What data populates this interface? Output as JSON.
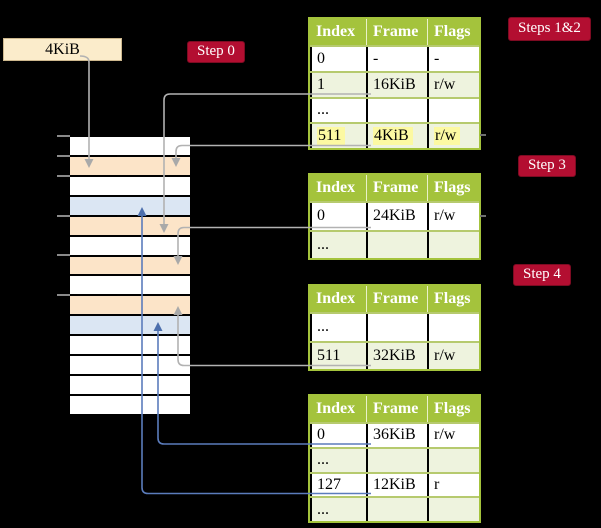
{
  "legend_box": {
    "label": "4KiB"
  },
  "step_labels": {
    "step0": "Step 0",
    "steps12": "Steps 1&2",
    "step3": "Step 3",
    "step4": "Step 4"
  },
  "memory_strip": {
    "rows": [
      "white",
      "wheat",
      "white",
      "blue",
      "wheat",
      "white",
      "wheat",
      "white",
      "wheat",
      "blue",
      "white",
      "white",
      "white",
      "white"
    ]
  },
  "tables": {
    "level1": {
      "headers": [
        "Index",
        "Frame",
        "Flags"
      ],
      "rows": [
        {
          "cells": [
            "0",
            "-",
            "-"
          ]
        },
        {
          "cells": [
            "1",
            "16KiB",
            "r/w"
          ]
        },
        {
          "cells": [
            "...",
            "",
            ""
          ]
        },
        {
          "cells": [
            "511",
            "4KiB",
            "r/w"
          ],
          "highlighted": true
        }
      ]
    },
    "level2": {
      "headers": [
        "Index",
        "Frame",
        "Flags"
      ],
      "rows": [
        {
          "cells": [
            "0",
            "24KiB",
            "r/w"
          ]
        },
        {
          "cells": [
            "...",
            "",
            ""
          ]
        }
      ]
    },
    "level3": {
      "headers": [
        "Index",
        "Frame",
        "Flags"
      ],
      "rows": [
        {
          "cells": [
            "...",
            "",
            ""
          ]
        },
        {
          "cells": [
            "511",
            "32KiB",
            "r/w"
          ]
        }
      ]
    },
    "level4": {
      "headers": [
        "Index",
        "Frame",
        "Flags"
      ],
      "rows": [
        {
          "cells": [
            "0",
            "36KiB",
            "r/w"
          ]
        },
        {
          "cells": [
            "...",
            "",
            ""
          ]
        },
        {
          "cells": [
            "127",
            "12KiB",
            "r"
          ]
        },
        {
          "cells": [
            "...",
            "",
            ""
          ]
        }
      ]
    }
  },
  "colors": {
    "background": "#000000",
    "table_header_green": "#a4c33c",
    "row_alt_green": "#eef3de",
    "row_border_green": "#b6ca6e",
    "highlight_yellow": "#fcf9a2",
    "step_label_red": "#b30e31",
    "legend_box_cream": "#fbeccb",
    "frame_wheat": "#fce4c8",
    "frame_blue": "#dbe6f3",
    "connector_gray": "#b2b2b2",
    "connector_blue": "#5b7cbc"
  }
}
